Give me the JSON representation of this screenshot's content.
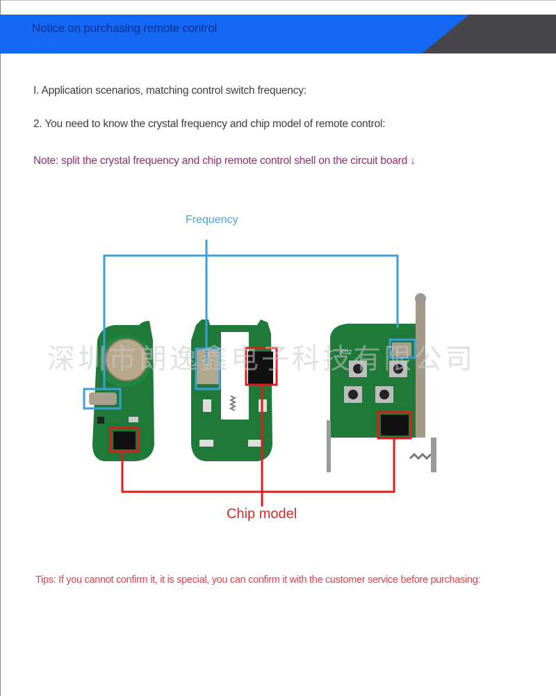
{
  "header": {
    "title": "Notice on purchasing remote control",
    "subtitle": "· · ·  · · · ·  · · ·  · · · ·  · · ·",
    "accent_color": "#1468f3",
    "dark_color": "#47464a"
  },
  "body": {
    "line1": "I. Application scenarios, matching control switch frequency:",
    "line2": "2. You need to know the crystal frequency and chip model of remote control:",
    "note": "Note: split the crystal frequency and chip remote control shell on the circuit board ↓"
  },
  "diagram": {
    "frequency_label": "Frequency",
    "frequency_color": "#3c9fd9",
    "chip_label": "Chip model",
    "chip_color": "#e01b1b",
    "watermark": "深圳市朗逸鑫电子科技有限公司",
    "board_labels": {
      "board3_marking": "K02"
    },
    "boards": [
      {
        "name": "coin-cell-remote-board"
      },
      {
        "name": "slim-remote-board"
      },
      {
        "name": "four-button-antenna-board"
      }
    ]
  },
  "tips": "Tips: If you cannot confirm it, it is special, you can confirm it with the customer service before purchasing:"
}
